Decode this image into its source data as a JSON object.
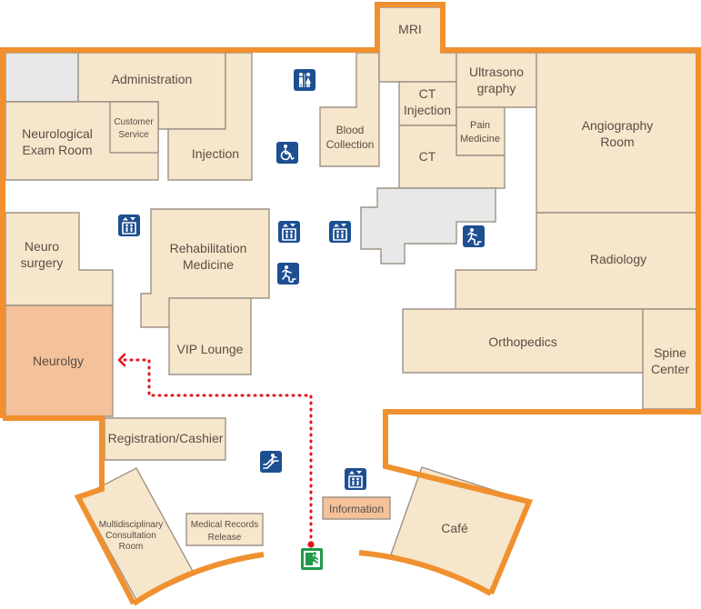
{
  "map": {
    "rooms": {
      "mri": "MRI",
      "administration": "Administration",
      "ultrasonography": [
        "Ultrasono",
        "graphy"
      ],
      "neurological_exam_room": [
        "Neurological",
        "Exam Room"
      ],
      "customer_service": [
        "Customer",
        "Service"
      ],
      "injection": "Injection",
      "blood_collection": [
        "Blood",
        "Collection"
      ],
      "ct_injection": [
        "CT",
        "Injection"
      ],
      "pain_medicine": [
        "Pain",
        "Medicine"
      ],
      "ct": "CT",
      "angiography_room": [
        "Angiography",
        "Room"
      ],
      "neuro_surgery": [
        "Neuro",
        "surgery"
      ],
      "rehabilitation_medicine": [
        "Rehabilitation",
        "Medicine"
      ],
      "radiology": "Radiology",
      "vip_lounge": "VIP Lounge",
      "orthopedics": "Orthopedics",
      "spine_center": [
        "Spine",
        "Center"
      ],
      "neurology": "Neurolgy",
      "registration_cashier": "Registration/Cashier",
      "multidisciplinary_consultation_room": [
        "Multidisciplinary",
        "Consultation",
        "Room"
      ],
      "medical_records_release": [
        "Medical Records",
        "Release"
      ],
      "information": "Information",
      "cafe": "Café"
    },
    "icons": {
      "restroom": "restroom-icon",
      "wheelchair": "wheelchair-icon",
      "elevator": "elevator-icon",
      "emergency_stairs": "emergency-stairs-icon",
      "escalator": "escalator-icon",
      "entrance_exit": "emergency-exit-icon"
    },
    "colors": {
      "outline": "#f0902e",
      "room_fill": "#f6e6cb",
      "highlight_fill": "#f3c19a",
      "unused_fill": "#e8e8e8",
      "icon_blue": "#1d4f91",
      "exit_green": "#1f9a48",
      "route_red": "#e0161c"
    },
    "route": {
      "from": "entrance",
      "to": "neurology"
    }
  }
}
